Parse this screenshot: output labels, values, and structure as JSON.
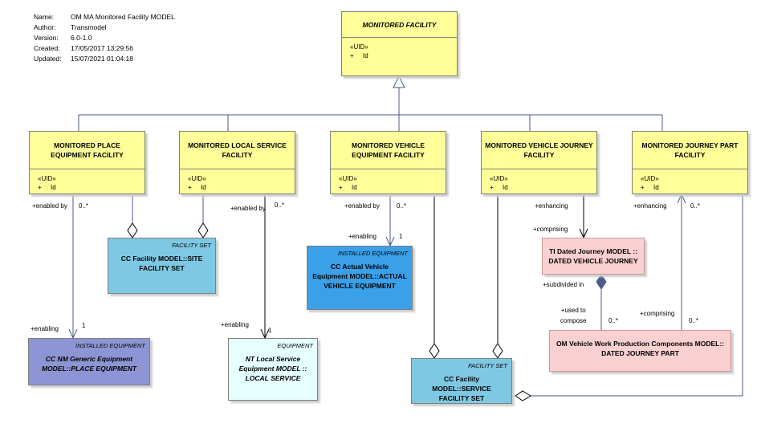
{
  "meta": [
    {
      "key": "Name:",
      "value": "OM MA Monitored Facility MODEL"
    },
    {
      "key": "Author:",
      "value": "Transmodel"
    },
    {
      "key": "Version:",
      "value": "6.0-1.0"
    },
    {
      "key": "Created:",
      "value": "17/05/2017 13:29:56"
    },
    {
      "key": "Updated:",
      "value": "15/07/2021 01:04:18"
    }
  ],
  "classes": {
    "monitored_facility": {
      "title": "MONITORED FACILITY",
      "stereo": "«UID»",
      "attr": "Id",
      "vis": "+"
    },
    "place_equipment": {
      "title": "MONITORED PLACE EQUIPMENT FACILITY",
      "stereo": "«UID»",
      "attr": "Id",
      "vis": "+"
    },
    "local_service": {
      "title": "MONITORED LOCAL SERVICE FACILITY",
      "stereo": "«UID»",
      "attr": "Id",
      "vis": "+"
    },
    "vehicle_equipment": {
      "title": "MONITORED VEHICLE EQUIPMENT FACILITY",
      "stereo": "«UID»",
      "attr": "Id",
      "vis": "+"
    },
    "vehicle_journey": {
      "title": "MONITORED VEHICLE JOURNEY FACILITY",
      "stereo": "«UID»",
      "attr": "Id",
      "vis": "+"
    },
    "journey_part": {
      "title": "MONITORED JOURNEY PART FACILITY",
      "stereo": "«UID»",
      "attr": "Id",
      "vis": "+"
    }
  },
  "externals": {
    "site_facility_set": {
      "stereo": "FACILITY SET",
      "name": "CC Facility MODEL::SITE FACILITY SET"
    },
    "actual_vehicle_equipment": {
      "stereo": "INSTALLED EQUIPMENT",
      "name": "CC Actual Vehicle Equipment MODEL::ACTUAL VEHICLE EQUIPMENT"
    },
    "place_equipment_ext": {
      "stereo": "INSTALLED EQUIPMENT",
      "name": "CC NM Generic Equipment MODEL::PLACE EQUIPMENT"
    },
    "local_service_ext": {
      "stereo": "EQUIPMENT",
      "name": "NT Local Service Equipment MODEL :: LOCAL SERVICE"
    },
    "service_facility_set": {
      "stereo": "FACILITY SET",
      "name": "CC Facility MODEL::SERVICE FACILITY SET"
    },
    "dated_vehicle_journey": {
      "name": "TI Dated Journey MODEL :: DATED VEHICLE JOURNEY"
    },
    "dated_journey_part": {
      "name": "OM Vehicle Work Production Components MODEL:: DATED JOURNEY PART"
    }
  },
  "labels": {
    "l1": "+enabled by",
    "l1m": "0..*",
    "l2": "+enabling",
    "l2m": "1",
    "l3": "+enabled by",
    "l3m": "0..*",
    "l4": "+enabling",
    "l4m": "1",
    "l5": "+enabled by",
    "l5m": "0..*",
    "l6": "+enabling",
    "l6m": "1",
    "l7": "+enhancing",
    "l8": "+comprising",
    "l9": "+subdivided in",
    "l10": "+used to\ncompose",
    "l10m": "0..*",
    "l11": "+enhancing",
    "l11m": "0..*",
    "l12": "+comprising",
    "l12m": "0..*"
  }
}
